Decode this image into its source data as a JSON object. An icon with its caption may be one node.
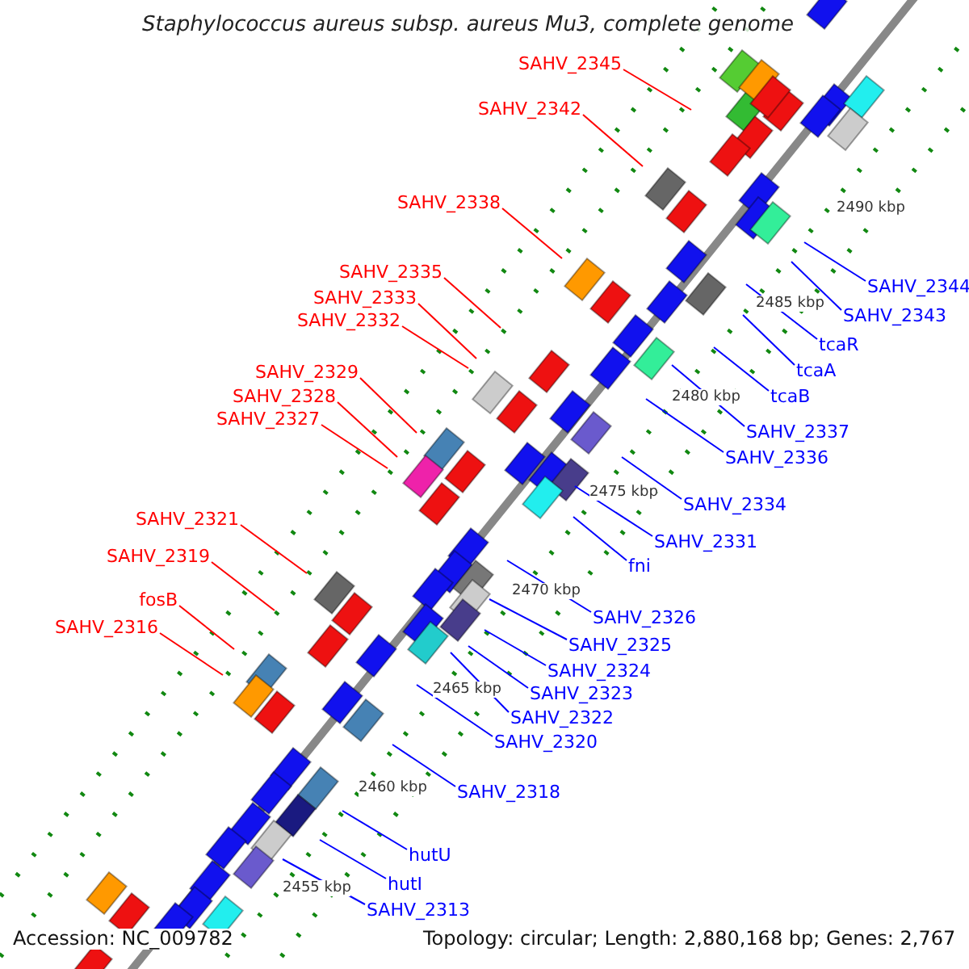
{
  "diagram": {
    "title": "Staphylococcus aureus subsp. aureus Mu3, complete genome",
    "nodes": [
      {
        "text": [
          "SAHV_2345"
        ]
      },
      {
        "text": [
          "SAHV_2342"
        ]
      },
      {
        "text": [
          "SAHV_2338"
        ]
      },
      {
        "text": [
          "SAHV_2335"
        ]
      },
      {
        "text": [
          "SAHV_2333"
        ]
      },
      {
        "text": [
          "SAHV_2332"
        ]
      },
      {
        "text": [
          "SAHV_2329"
        ]
      },
      {
        "text": [
          "SAHV_2328"
        ]
      },
      {
        "text": [
          "SAHV_2327"
        ]
      },
      {
        "text": [
          "SAHV_2321"
        ]
      },
      {
        "text": [
          "SAHV_2319"
        ]
      },
      {
        "text": [
          "fosB"
        ]
      },
      {
        "text": [
          "SAHV_2316"
        ]
      },
      {
        "text": [
          "SAHV_2344"
        ]
      },
      {
        "text": [
          "SAHV_2343"
        ]
      },
      {
        "text": [
          "tcaR"
        ]
      },
      {
        "text": [
          "tcaA"
        ]
      },
      {
        "text": [
          "tcaB"
        ]
      },
      {
        "text": [
          "SAHV_2337"
        ]
      },
      {
        "text": [
          "SAHV_2336"
        ]
      },
      {
        "text": [
          "SAHV_2334"
        ]
      },
      {
        "text": [
          "SAHV_2331"
        ]
      },
      {
        "text": [
          "fni"
        ]
      },
      {
        "text": [
          "SAHV_2326"
        ]
      },
      {
        "text": [
          "SAHV_2325"
        ]
      },
      {
        "text": [
          "SAHV_2324"
        ]
      },
      {
        "text": [
          "SAHV_2323"
        ]
      },
      {
        "text": [
          "SAHV_2322"
        ]
      },
      {
        "text": [
          "SAHV_2320"
        ]
      },
      {
        "text": [
          "SAHV_2318"
        ]
      },
      {
        "text": [
          "hutU"
        ]
      },
      {
        "text": [
          "hutI"
        ]
      },
      {
        "text": [
          "SAHV_2313"
        ]
      }
    ],
    "edges": [
      {
        "from": 0,
        "to": null,
        "arrow": "none",
        "color": "#ff0000"
      },
      {
        "from": 1,
        "to": null,
        "arrow": "none",
        "color": "#ff0000"
      },
      {
        "from": 2,
        "to": null,
        "arrow": "none",
        "color": "#ff0000"
      },
      {
        "from": 3,
        "to": null,
        "arrow": "none",
        "color": "#ff0000"
      },
      {
        "from": 4,
        "to": null,
        "arrow": "none",
        "color": "#ff0000"
      },
      {
        "from": 5,
        "to": null,
        "arrow": "none",
        "color": "#ff0000"
      },
      {
        "from": 6,
        "to": null,
        "arrow": "none",
        "color": "#ff0000"
      },
      {
        "from": 7,
        "to": null,
        "arrow": "none",
        "color": "#ff0000"
      },
      {
        "from": 8,
        "to": null,
        "arrow": "none",
        "color": "#ff0000"
      },
      {
        "from": 9,
        "to": null,
        "arrow": "none",
        "color": "#ff0000"
      },
      {
        "from": 10,
        "to": null,
        "arrow": "none",
        "color": "#ff0000"
      },
      {
        "from": 11,
        "to": null,
        "arrow": "none",
        "color": "#ff0000"
      },
      {
        "from": 12,
        "to": null,
        "arrow": "none",
        "color": "#ff0000"
      },
      {
        "from": 13,
        "to": null,
        "arrow": "none"
      },
      {
        "from": 14,
        "to": null,
        "arrow": "none"
      },
      {
        "from": 15,
        "to": null,
        "arrow": "none"
      },
      {
        "from": 16,
        "to": null,
        "arrow": "none"
      },
      {
        "from": 17,
        "to": null,
        "arrow": "none"
      },
      {
        "from": 18,
        "to": null,
        "arrow": "none"
      },
      {
        "from": 19,
        "to": null,
        "arrow": "none"
      },
      {
        "from": 20,
        "to": null,
        "arrow": "none"
      },
      {
        "from": 21,
        "to": null,
        "arrow": "none"
      },
      {
        "from": 22,
        "to": null,
        "arrow": "none"
      },
      {
        "from": 23,
        "to": null,
        "arrow": "none"
      },
      {
        "from": 24,
        "to": null,
        "arrow": "none"
      },
      {
        "from": 25,
        "to": null,
        "arrow": "none"
      },
      {
        "from": 26,
        "to": null,
        "arrow": "none"
      },
      {
        "from": 27,
        "to": null,
        "arrow": "none"
      },
      {
        "from": 28,
        "to": null,
        "arrow": "none"
      },
      {
        "from": 29,
        "to": null,
        "arrow": "none"
      },
      {
        "from": 30,
        "to": null,
        "arrow": "none"
      },
      {
        "from": 31,
        "to": null,
        "arrow": "none"
      },
      {
        "from": 32,
        "to": null,
        "arrow": "none"
      }
    ],
    "labels": [
      "2490 kbp",
      "2485 kbp",
      "2480 kbp",
      "2475 kbp",
      "2470 kbp",
      "2465 kbp",
      "2460 kbp",
      "2455 kbp",
      "Accession: NC_009782",
      "Topology: circular; Length: 2,880,168 bp; Genes: 2,767"
    ]
  }
}
